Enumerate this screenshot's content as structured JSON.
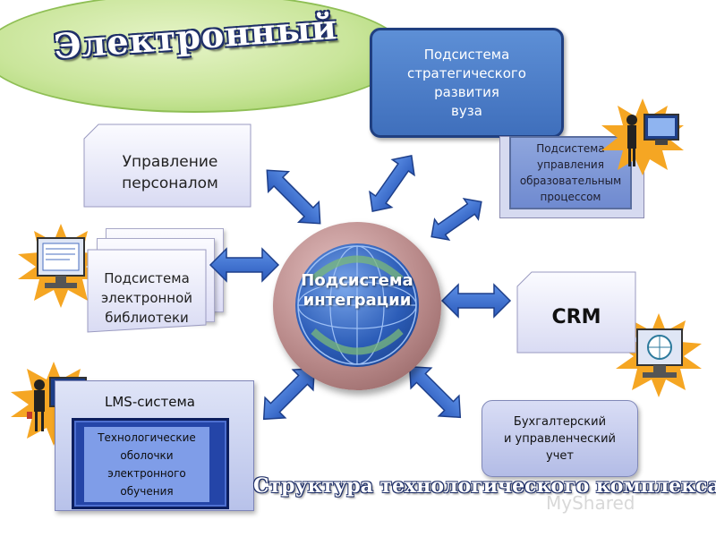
{
  "title": "Электронный",
  "center": {
    "line1": "Подсистема",
    "line2": "интеграции"
  },
  "strategy": {
    "l1": "Подсистема",
    "l2": "стратегического",
    "l3": "развития",
    "l4": "вуза"
  },
  "education": {
    "l1": "Подсистема",
    "l2": "управления",
    "l3": "образовательным",
    "l4": "процессом"
  },
  "personnel": {
    "l1": "Управление",
    "l2": "персоналом"
  },
  "library": {
    "l1": "Подсистема",
    "l2": "электронной",
    "l3": "библиотеки"
  },
  "crm": {
    "label": "CRM"
  },
  "lms": {
    "label": "LMS-система",
    "l1": "Технологические",
    "l2": "оболочки",
    "l3": "электронного",
    "l4": "обучения"
  },
  "accounting": {
    "l1": "Бухгалтерский",
    "l2": "и управленческий",
    "l3": "учет"
  },
  "caption": "Структура технологического комплекса",
  "watermark": "MyShared",
  "colors": {
    "accent_blue": "#3f6fbc",
    "arrow": "#3b6fd0",
    "burst": "#f5a623",
    "title_green": "#c9e59a"
  }
}
